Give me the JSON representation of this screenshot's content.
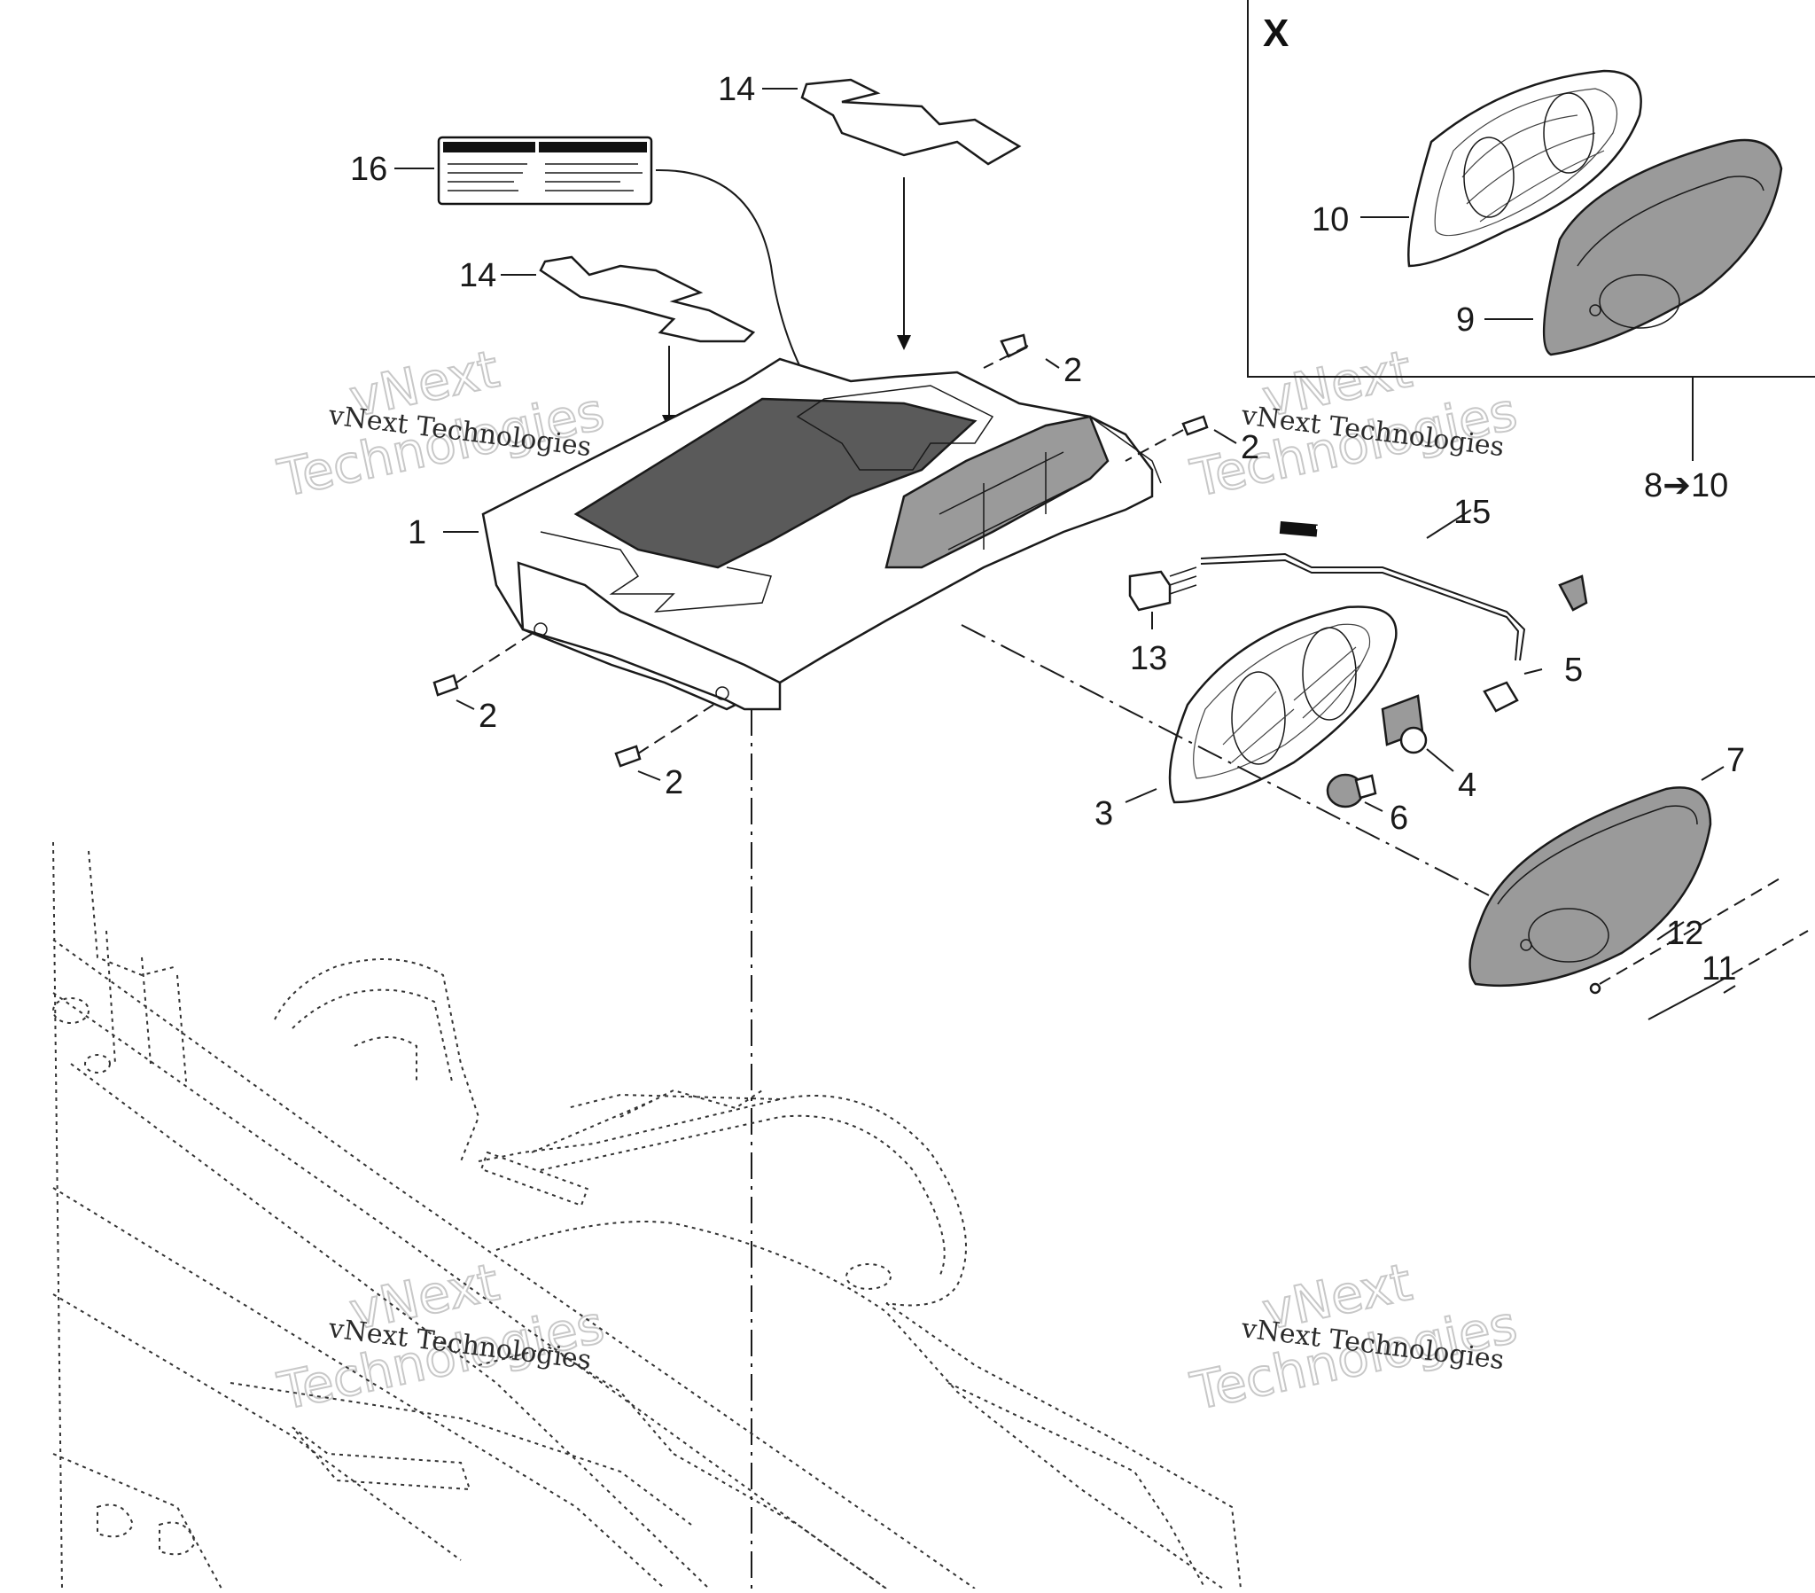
{
  "inset": {
    "label": "X",
    "range_label": "8➔10"
  },
  "callouts": {
    "c1": "1",
    "c2a": "2",
    "c2b": "2",
    "c2c": "2",
    "c2d": "2",
    "c3": "3",
    "c4": "4",
    "c5": "5",
    "c6": "6",
    "c7": "7",
    "c9": "9",
    "c10": "10",
    "c11": "11",
    "c12": "12",
    "c13": "13",
    "c14a": "14",
    "c14b": "14",
    "c15": "15",
    "c16": "16"
  },
  "watermark": {
    "line1": "vNext",
    "line2": "Technologies",
    "caption": "vNext Technologies"
  }
}
